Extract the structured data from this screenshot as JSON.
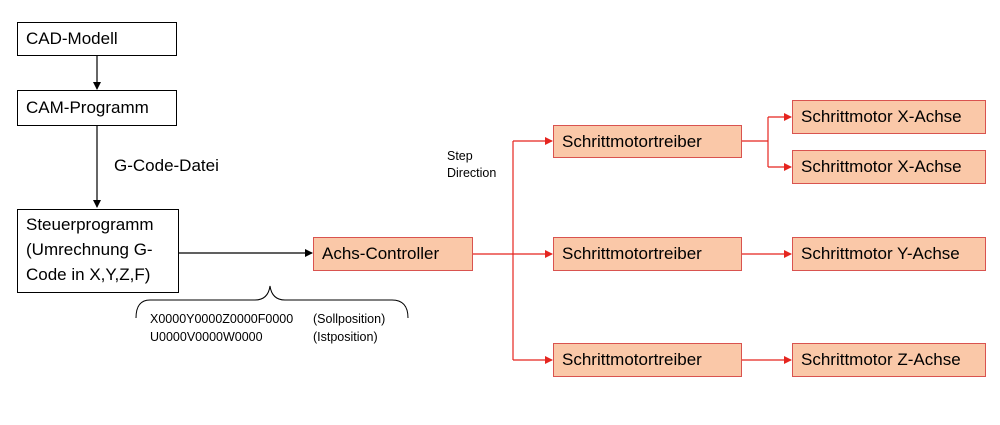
{
  "colors": {
    "box_fill": "#fac8a8",
    "box_border": "#d9534f",
    "red_line": "#e5251f",
    "black_line": "#000000"
  },
  "nodes": {
    "cad_model": "CAD-Modell",
    "cam_program": "CAM-Programm",
    "control_program": "Steuerprogramm (Umrechnung G-Code in X,Y,Z,F)",
    "axis_controller": "Achs-Controller",
    "driver_top": "Schrittmotortreiber",
    "driver_middle": "Schrittmotortreiber",
    "driver_bottom": "Schrittmotortreiber",
    "motor_x1": "Schrittmotor X-Achse",
    "motor_x2": "Schrittmotor X-Achse",
    "motor_y": "Schrittmotor Y-Achse",
    "motor_z": "Schrittmotor Z-Achse"
  },
  "labels": {
    "gcode_file": "G-Code-Datei",
    "step": "Step",
    "direction": "Direction",
    "code_setpoint": "X0000Y0000Z0000F0000",
    "code_setpoint_label": "(Sollposition)",
    "code_actual": "U0000V0000W0000",
    "code_actual_label": "(Istposition)"
  }
}
